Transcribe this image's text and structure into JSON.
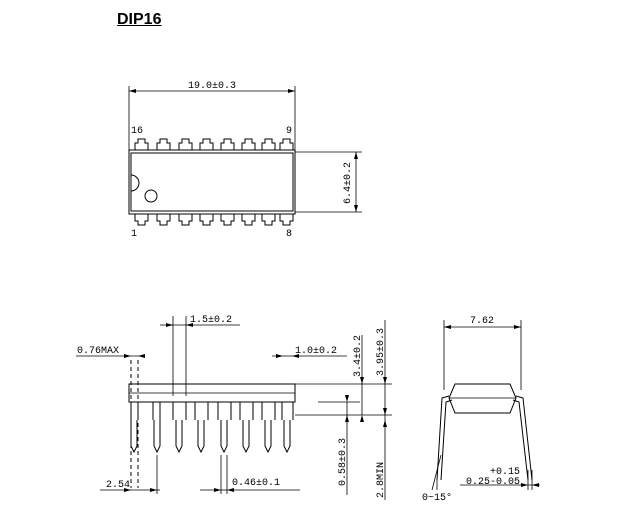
{
  "title": "DIP16",
  "top_view": {
    "length_dim": "19.0±0.3",
    "width_dim": "6.4±0.2",
    "pin_labels": {
      "p16": "16",
      "p9": "9",
      "p1": "1",
      "p8": "8"
    }
  },
  "side_view": {
    "pitch_dim": "1.5±0.2",
    "max_dim": "0.76MAX",
    "shoulder_dim": "1.0±0.2",
    "body_height_dim": "3.4±0.2",
    "total_height_dim": "3.95±0.3",
    "standoff_dim": "0.58±0.3",
    "lead_length_dim": "2.8MIN",
    "lead_pitch_dim": "2.54",
    "lead_width_dim": "0.46±0.1"
  },
  "end_view": {
    "row_spacing_dim": "7.62",
    "angle_dim": "0~15°",
    "thickness_tol_plus": "+0.15",
    "thickness_dim": "0.25-0.05"
  }
}
